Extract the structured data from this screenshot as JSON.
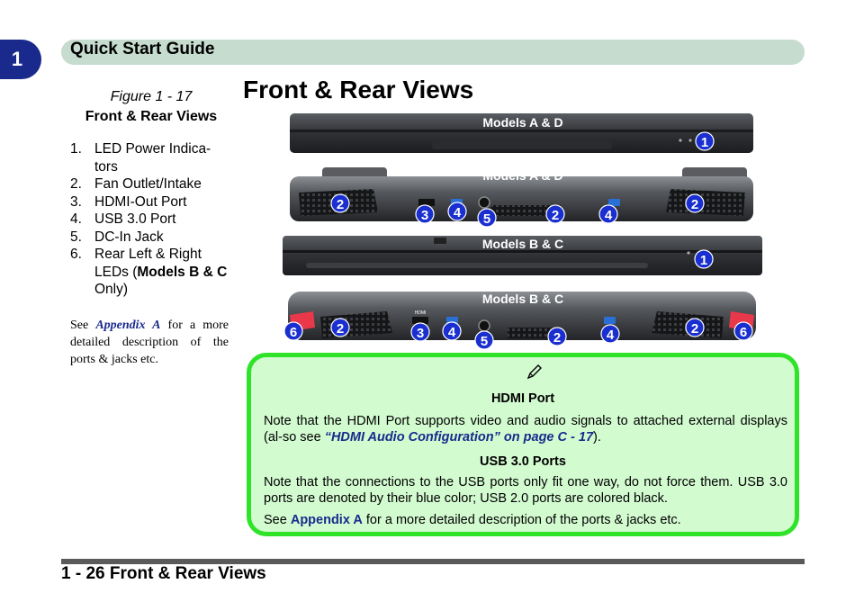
{
  "chapter": {
    "number": "1"
  },
  "header": {
    "title": "Quick Start Guide"
  },
  "page": {
    "heading": "Front & Rear Views"
  },
  "figure": {
    "number": "Figure 1 - 17",
    "title": "Front & Rear Views",
    "legend": [
      {
        "n": "1.",
        "text": "LED Power Indica-tors"
      },
      {
        "n": "2.",
        "text": "Fan Outlet/Intake"
      },
      {
        "n": "3.",
        "text": "HDMI-Out Port"
      },
      {
        "n": "4.",
        "text": "USB 3.0 Port"
      },
      {
        "n": "5.",
        "text": "DC-In Jack"
      },
      {
        "n": "6.",
        "pre": "Rear Left & Right LEDs (",
        "bold": "Models B & C",
        "post": " Only)"
      }
    ],
    "note": {
      "pre": "See ",
      "link": "Appendix A",
      "post": " for a more detailed description of the ports & jacks etc."
    }
  },
  "views": {
    "front_ad": "Models A & D",
    "rear_ad": "Models A & D",
    "front_bc": "Models B & C",
    "rear_bc": "Models B & C",
    "rear_port_hdmi": "HDMI",
    "callouts": {
      "front_ad": [
        "1"
      ],
      "rear_ad": [
        "2",
        "3",
        "4",
        "5",
        "2",
        "4",
        "2"
      ],
      "front_bc": [
        "1"
      ],
      "rear_bc": [
        "6",
        "2",
        "3",
        "4",
        "5",
        "2",
        "4",
        "2",
        "6"
      ]
    }
  },
  "callout": {
    "hdmi_title": "HDMI Port",
    "hdmi_text_pre": "Note that the HDMI Port supports video and audio signals to attached external displays (al-so see ",
    "hdmi_link": "“HDMI Audio Configuration” on page C - 17",
    "hdmi_text_post": ").",
    "usb_title": "USB 3.0 Ports",
    "usb_text": "Note that the connections to the USB ports only fit one way, do not force them. USB 3.0 ports are denoted by their blue color; USB 2.0 ports are colored black.",
    "see_pre": "See ",
    "see_link": "Appendix A",
    "see_post": " for a more detailed description of the ports & jacks etc."
  },
  "footer": {
    "text": "1 - 26 Front & Rear Views"
  },
  "colors": {
    "tab_blue": "#1a2a8c",
    "header_bar": "#c5dccf",
    "callout_bg": "#d3fbd0",
    "callout_border": "#2fe329",
    "badge_blue": "#1a2fcf",
    "usb_blue": "#2a6fd6",
    "led_red": "#e8384a"
  }
}
